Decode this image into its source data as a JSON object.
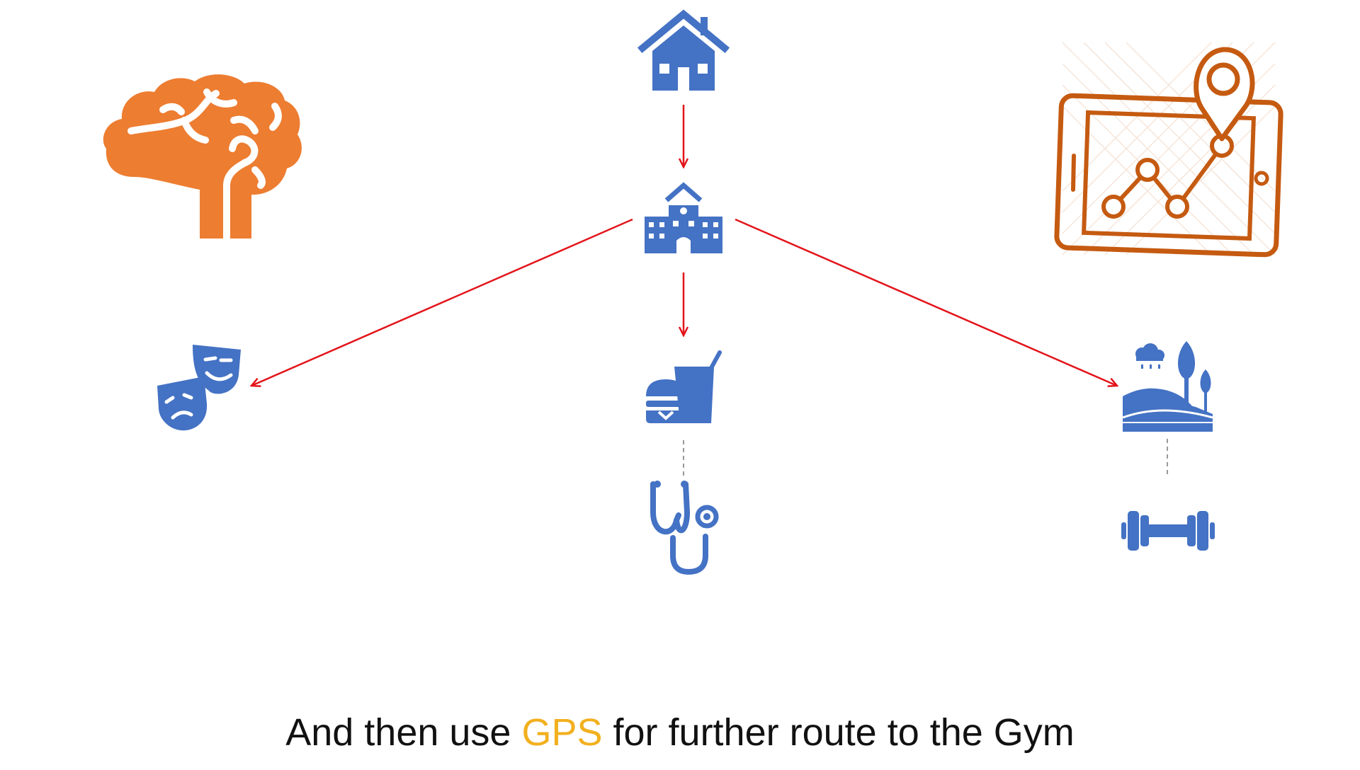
{
  "caption": {
    "before": "And then use ",
    "highlight": "GPS",
    "after": " for further route to the Gym"
  },
  "colors": {
    "accent_orange": "#ED7D31",
    "map_orange": "#C55A11",
    "icon_blue": "#4472C4",
    "arrow_red": "#E3141B",
    "dashed_gray": "#999999",
    "highlight_yellow": "#F2B01E",
    "text": "#111111"
  },
  "icons": [
    "brain-icon",
    "house-icon",
    "school-icon",
    "theater-masks-icon",
    "fast-food-icon",
    "stethoscope-icon",
    "park-icon",
    "dumbbell-icon",
    "tablet-map-icon"
  ]
}
